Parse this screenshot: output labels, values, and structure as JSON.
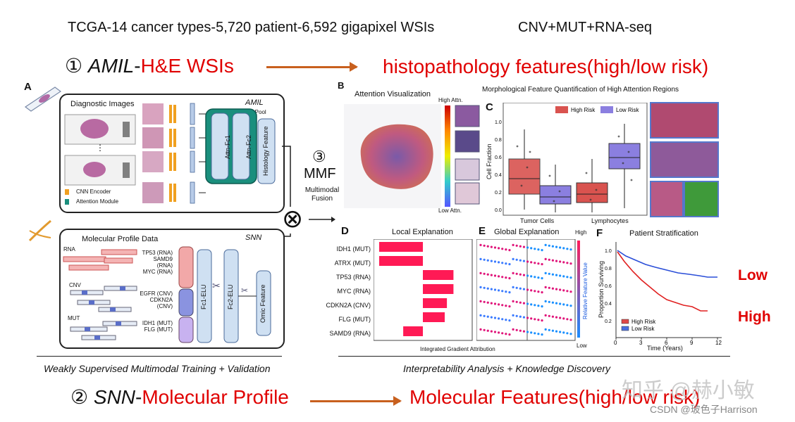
{
  "top": {
    "line": "TCGA-14 cancer types-5,720 patient-6,592 gigapixel WSIs",
    "right": "CNV+MUT+RNA-seq"
  },
  "row1": {
    "num": "①",
    "name": "AMIL",
    "sep": "-",
    "suffix": "H&E WSIs",
    "target": "histopathology features(high/low risk)"
  },
  "row2": {
    "num": "②",
    "name": "SNN",
    "sep": "-",
    "suffix": "Molecular Profile",
    "target": "Molecular Features(high/low risk)"
  },
  "panelA": {
    "letter": "A",
    "diag": "Diagnostic Images",
    "amil": "AMIL",
    "attn_pool": "Attn. Pool",
    "fc1": "Attn-Fc1",
    "fc2": "Attn-Fc2",
    "histo_feature": "Histology Feature",
    "legend_cnn": "CNN Encoder",
    "legend_attn": "Attention Module",
    "dots": "⋮"
  },
  "panelSNN": {
    "title": "Molecular Profile Data",
    "snn": "SNN",
    "rna": "RNA",
    "cnv": "CNV",
    "mut": "MUT",
    "rna_genes": [
      "TP53 (RNA)",
      "SAMD9 (RNA)",
      "MYC (RNA)"
    ],
    "cnv_genes": [
      "EGFR (CNV)",
      "CDKN2A (CNV)"
    ],
    "mut_genes": [
      "IDH1 (MUT)",
      "FLG (MUT)"
    ],
    "fc1": "Fc1-ELU",
    "fc2": "Fc2-ELU",
    "omic_feature": "Omic Feature"
  },
  "mmf": {
    "num": "③",
    "label": "MMF",
    "sub1": "Multimodal",
    "sub2": "Fusion",
    "symbol": "⊗"
  },
  "panelB": {
    "letter": "B",
    "title": "Attention Visualization",
    "hi": "High Attn.",
    "lo": "Low Attn."
  },
  "panelC": {
    "letter": "C",
    "title": "Morphological Feature Quantification of High Attention Regions",
    "ylabel": "Cell Fraction",
    "legend_high": "High Risk",
    "legend_low": "Low Risk",
    "cats": [
      "Tumor Cells",
      "Lymphocytes"
    ],
    "yticks": [
      "0.0",
      "0.2",
      "0.4",
      "0.6",
      "0.8",
      "1.0"
    ],
    "colors": {
      "high": "#d9534f",
      "low": "#8b7fe0"
    }
  },
  "panelD": {
    "letter": "D",
    "title": "Local Explanation",
    "xlabel": "Integrated Gradient Attribution",
    "features": [
      "IDH1 (MUT)",
      "ATRX (MUT)",
      "TP53 (RNA)",
      "MYC (RNA)",
      "CDKN2A (CNV)",
      "FLG (MUT)",
      "SAMD9 (RNA)"
    ],
    "values": [
      -1.0,
      -1.0,
      0.7,
      0.7,
      0.55,
      0.5,
      -0.45
    ]
  },
  "panelE": {
    "letter": "E",
    "title": "Global Explanation",
    "high": "High",
    "low": "Low",
    "cbar": "Relative Feature Value"
  },
  "panelF": {
    "letter": "F",
    "title": "Patient Stratification",
    "ylabel": "Proportion Surviving",
    "xlabel": "Time (Years)",
    "xticks": [
      "0",
      "3",
      "6",
      "9",
      "12"
    ],
    "yticks": [
      "0.2",
      "0.4",
      "0.6",
      "0.8",
      "1.0"
    ],
    "legend_high": "High Risk",
    "legend_low": "Low Risk"
  },
  "side": {
    "low": "Low",
    "high": "High"
  },
  "captions": {
    "left": "Weakly Supervised Multimodal Training + Validation",
    "right": "Interpretability Analysis + Knowledge Discovery"
  },
  "watermark": {
    "zh": "知乎 @赫小敏",
    "csdn": "CSDN @玻色子Harrison"
  }
}
